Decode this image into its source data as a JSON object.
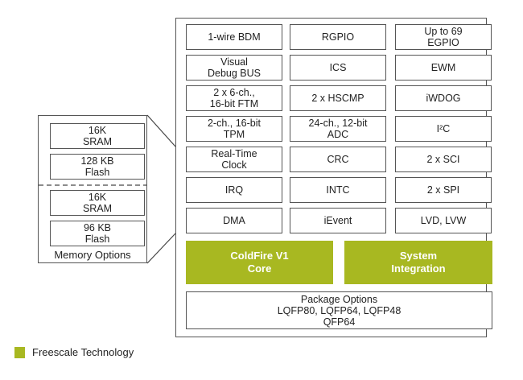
{
  "diagram": {
    "peripherals": [
      [
        "1-wire BDM",
        "RGPIO",
        "Up to 69\nEGPIO"
      ],
      [
        "Visual\nDebug BUS",
        "ICS",
        "EWM"
      ],
      [
        "2 x 6-ch.,\n16-bit FTM",
        "2 x HSCMP",
        "iWDOG"
      ],
      [
        "2-ch., 16-bit\nTPM",
        "24-ch., 12-bit\nADC",
        "I²C"
      ],
      [
        "Real-Time\nClock",
        "CRC",
        "2 x SCI"
      ],
      [
        "IRQ",
        "INTC",
        "2 x SPI"
      ],
      [
        "DMA",
        "iEvent",
        "LVD, LVW"
      ]
    ],
    "core": "ColdFire V1\nCore",
    "system_integration": "System\nIntegration",
    "package": "Package Options\nLQFP80, LQFP64, LQFP48\nQFP64",
    "memory": {
      "option_a": [
        "16K\nSRAM",
        "128 KB\nFlash"
      ],
      "option_b": [
        "16K\nSRAM",
        "96 KB\nFlash"
      ],
      "label": "Memory Options"
    },
    "legend": {
      "label": "Freescale Technology",
      "color": "#a8b821"
    }
  }
}
